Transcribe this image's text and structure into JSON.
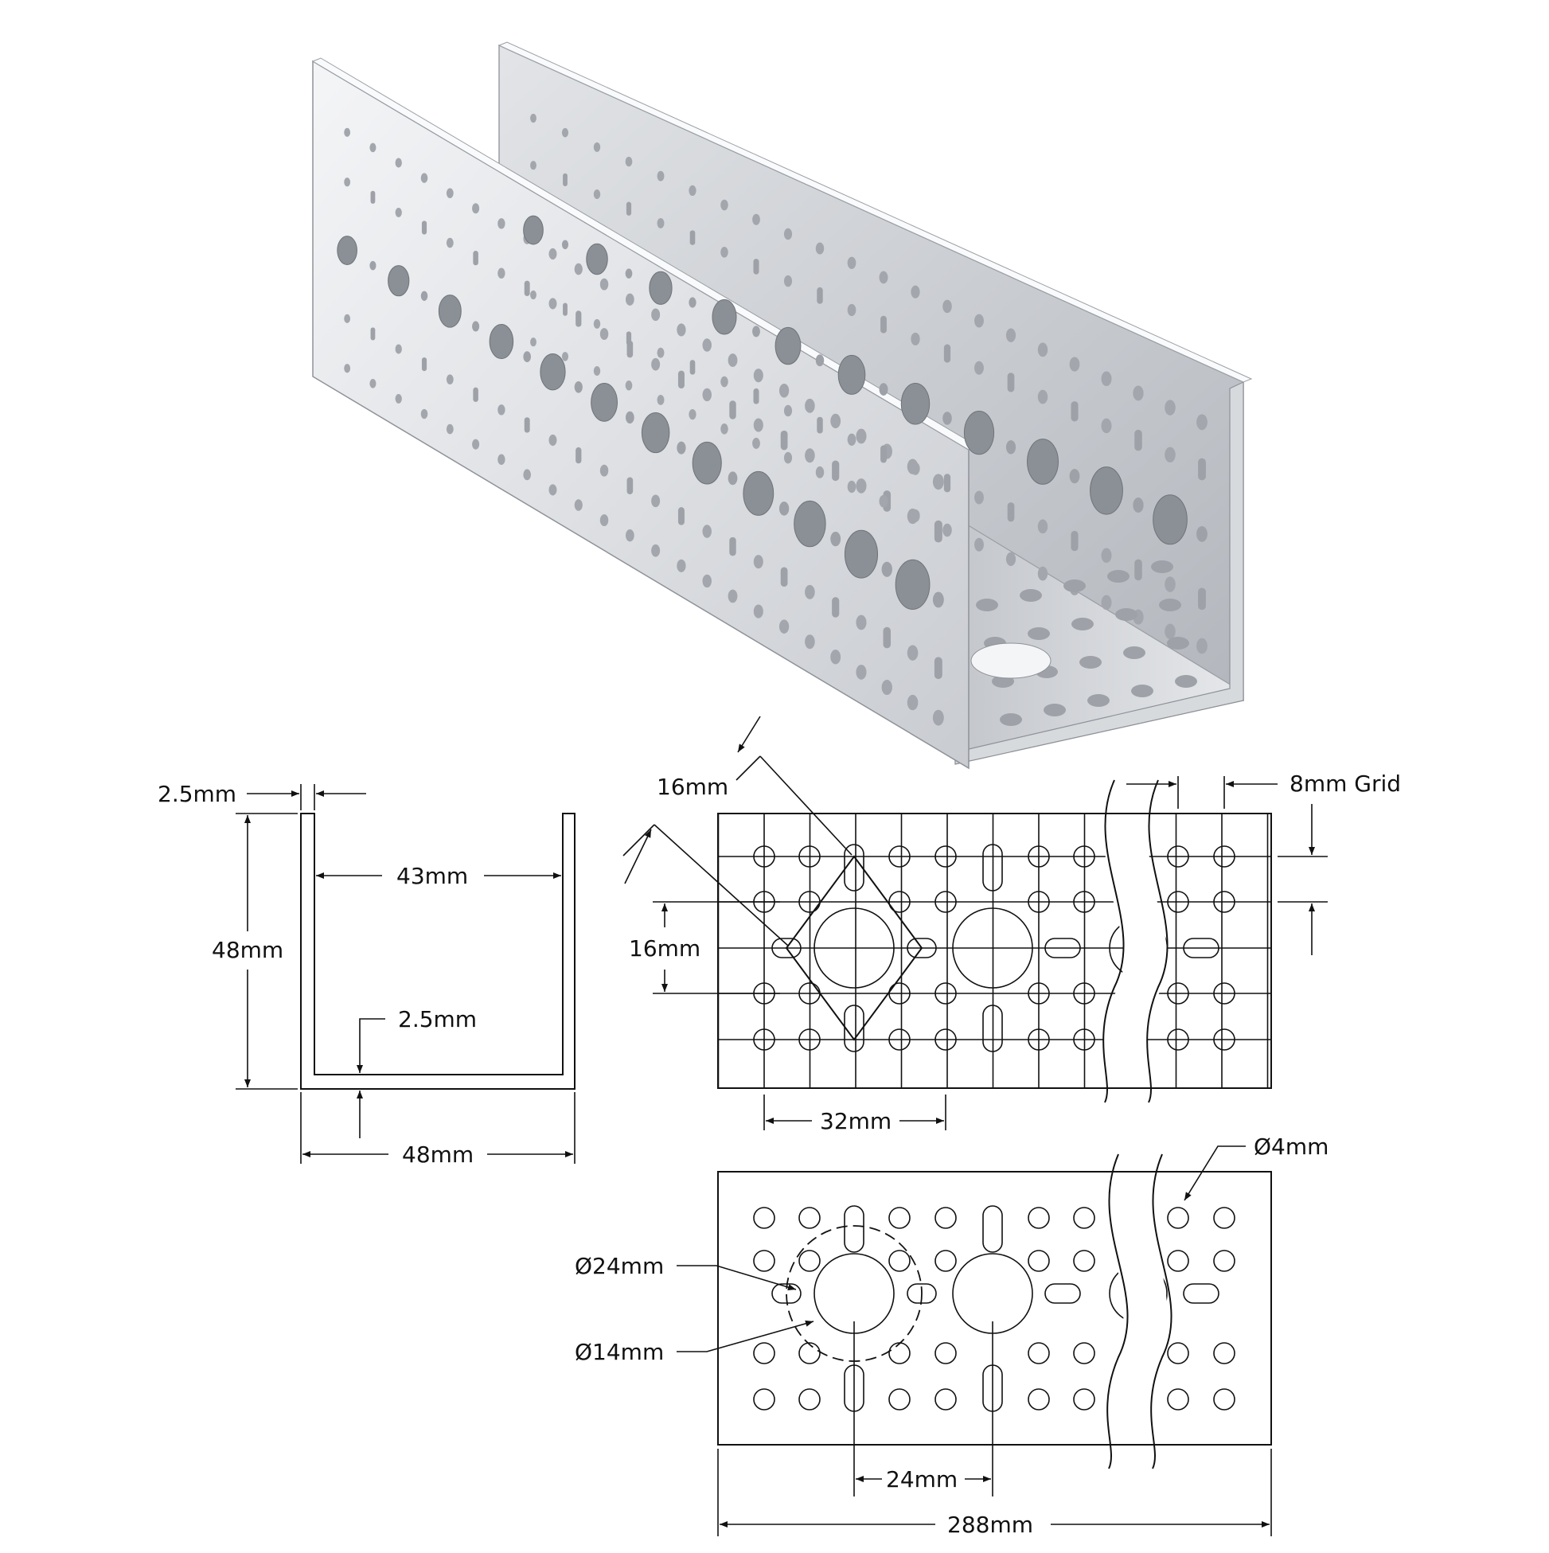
{
  "colors": {
    "line": "#111111",
    "background": "#ffffff",
    "metal_light": "#eef0f2",
    "metal_mid": "#c9ccd0",
    "metal_dark": "#8e9298"
  },
  "isometric_view": {
    "icon": "u-channel-render-icon"
  },
  "profile_view": {
    "wall_thickness": "2.5mm",
    "inner_width": "43mm",
    "height": "48mm",
    "base_thickness": "2.5mm",
    "outer_width": "48mm"
  },
  "grid_view": {
    "diagonal_spacing": "16mm",
    "grid_label": "8mm Grid",
    "vertical_spacing": "16mm",
    "horizontal_spacing": "32mm"
  },
  "hole_view": {
    "small_hole": "Ø4mm",
    "bolt_circle": "Ø24mm",
    "center_hole": "Ø14mm",
    "pattern_spacing": "24mm",
    "overall_length": "288mm"
  }
}
